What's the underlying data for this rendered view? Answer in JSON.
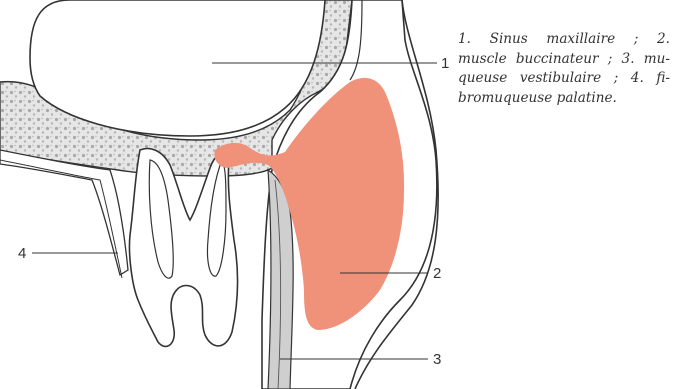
{
  "labels": {
    "l1": "1",
    "l2": "2",
    "l3": "3",
    "l4": "4"
  },
  "caption": {
    "line1": "1. Sinus maxillaire ; 2.",
    "line2": "muscle buccinateur ; 3. mu-",
    "line3": "queuse vestibulaire ; 4. fi-",
    "line4": "bromuqueuse palatine."
  },
  "colors": {
    "muscle": "#f0917a",
    "bone": "#e5e5e5",
    "outline": "#333333",
    "mucosa": "#cfcfcf"
  }
}
